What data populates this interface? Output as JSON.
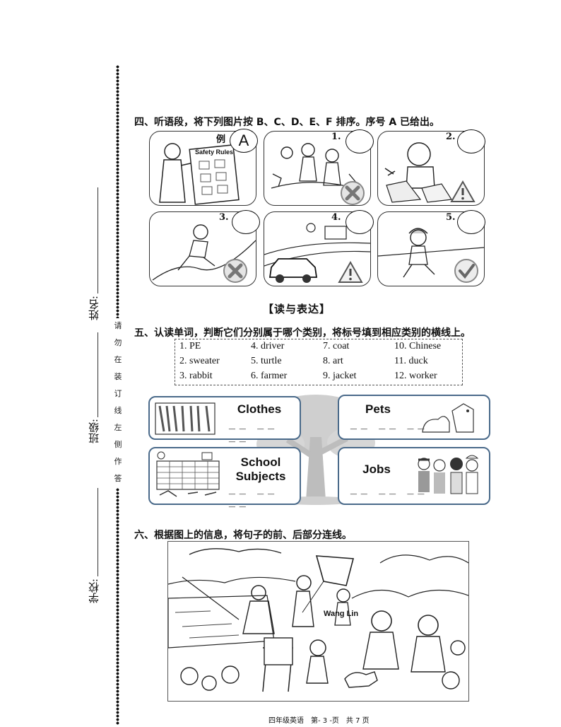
{
  "sidebar": {
    "name_label": "姓名:",
    "class_label": "班级:",
    "school_label": "学校:",
    "binding_notice": [
      "请",
      "勿",
      "在",
      "装",
      "订",
      "线",
      "左",
      "侧",
      "作",
      "答"
    ]
  },
  "section4": {
    "title": "四、听语段，将下列图片按 B、C、D、E、F 排序。序号 A 已给出。",
    "example_label": "例",
    "example_answer": "A",
    "poster_text": "Safety Rules",
    "items": [
      "1.",
      "2.",
      "3.",
      "4.",
      "5."
    ]
  },
  "section_heading": "【读与表达】",
  "section5": {
    "title": "五、认读单词，判断它们分别属于哪个类别，将标号填到相应类别的横线上。",
    "words": [
      [
        "1. PE",
        "4. driver",
        "7. coat",
        "10. Chinese"
      ],
      [
        "2. sweater",
        "5. turtle",
        "8. art",
        "11. duck"
      ],
      [
        "3. rabbit",
        "6. farmer",
        "9. jacket",
        "12. worker"
      ]
    ],
    "categories": {
      "clothes": "Clothes",
      "pets": "Pets",
      "school_subjects": "School Subjects",
      "jobs": "Jobs",
      "blanks": "__ __ __"
    }
  },
  "section6": {
    "title": "六、根据图上的信息，将句子的前、后部分连线。",
    "picture_label": "Wang Lin"
  },
  "footer": "四年级英语　第- 3 -页　共 7 页"
}
